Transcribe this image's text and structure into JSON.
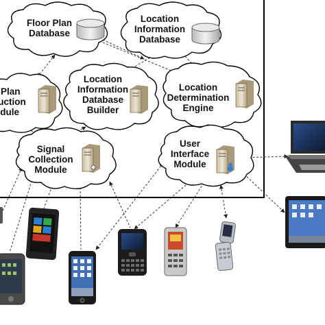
{
  "modules": {
    "floor_plan_db": [
      "Floor Plan",
      "Database"
    ],
    "location_info_db": [
      "Location",
      "Information",
      "Database"
    ],
    "floor_plan_construction": [
      "r Plan",
      "ruction",
      "odule"
    ],
    "location_db_builder": [
      "Location",
      "Information",
      "Database",
      "Builder"
    ],
    "location_engine": [
      "Location",
      "Determination",
      "Engine"
    ],
    "signal_collection": [
      "Signal",
      "Collection",
      "Module"
    ],
    "user_interface": [
      "User",
      "Interface",
      "Module"
    ]
  },
  "colors": {
    "cloud_fill": "#ffffff",
    "cloud_stroke": "#000000",
    "server": "#d8cdb6",
    "db_cylinder": "#d9d9d9",
    "arrow": "#333333"
  },
  "icons": [
    "database-cylinder-icon",
    "server-icon",
    "laptop-icon",
    "tablet-icon",
    "smartphone-icon",
    "feature-phone-icon",
    "flip-phone-icon"
  ]
}
